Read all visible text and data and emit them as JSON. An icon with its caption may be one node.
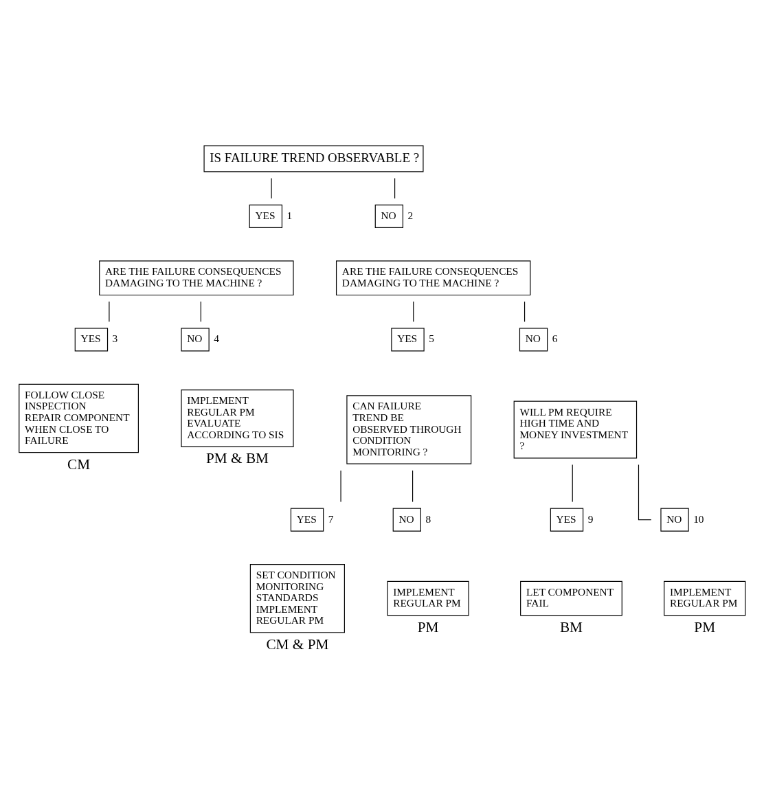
{
  "diagram": {
    "nodes": [
      {
        "text": [
          "IS FAILURE TREND OBSERVABLE ?"
        ]
      },
      {
        "text": [
          "YES"
        ],
        "beside": [
          "1"
        ]
      },
      {
        "text": [
          "NO"
        ],
        "beside": [
          "2"
        ]
      },
      {
        "text": [
          "ARE THE FAILURE CONSEQUENCES DAMAGING TO THE MACHINE ?"
        ]
      },
      {
        "text": [
          "ARE THE FAILURE CONSEQUENCES DAMAGING TO THE MACHINE ?"
        ]
      },
      {
        "text": [
          "YES"
        ],
        "beside": [
          "3"
        ]
      },
      {
        "text": [
          "NO"
        ],
        "beside": [
          "4"
        ]
      },
      {
        "text": [
          "FOLLOW CLOSE INSPECTION REPAIR COMPONENT WHEN CLOSE TO FAILURE"
        ],
        "beside": [
          "CM"
        ]
      },
      {
        "text": [
          "IMPLEMENT REGULAR PM EVALUATE ACCORDING TO SIS"
        ],
        "beside": [
          "PM & BM"
        ]
      },
      {
        "text": [
          "YES"
        ],
        "beside": [
          "5"
        ]
      },
      {
        "text": [
          "NO"
        ],
        "beside": [
          "6"
        ]
      },
      {
        "text": [
          "CAN FAILURE TREND BE OBSERVED THROUGH CONDITION MONITORING ?"
        ]
      },
      {
        "text": [
          "WILL PM REQUIRE HIGH TIME AND MONEY INVESTMENT ?"
        ]
      },
      {
        "text": [
          "YES"
        ],
        "beside": [
          "7"
        ]
      },
      {
        "text": [
          "NO"
        ],
        "beside": [
          "8"
        ]
      },
      {
        "text": [
          "SET CONDITION MONITORING STANDARDS IMPLEMENT REGULAR PM"
        ],
        "beside": [
          "CM & PM"
        ]
      },
      {
        "text": [
          "IMPLEMENT REGULAR PM"
        ],
        "beside": [
          "PM"
        ]
      },
      {
        "text": [
          "YES"
        ],
        "beside": [
          "9"
        ]
      },
      {
        "text": [
          "NO"
        ],
        "beside": [
          "10"
        ]
      },
      {
        "text": [
          "LET COMPONENT FAIL"
        ],
        "beside": [
          "BM"
        ]
      },
      {
        "text": [
          "IMPLEMENT REGULAR PM"
        ],
        "beside": [
          "PM"
        ]
      }
    ],
    "edges": [
      {
        "from": 0,
        "to": 1,
        "arrow": "none"
      },
      {
        "from": 0,
        "to": 2,
        "arrow": "none"
      },
      {
        "from": 3,
        "to": 5,
        "arrow": "none"
      },
      {
        "from": 3,
        "to": 6,
        "arrow": "none"
      },
      {
        "from": 4,
        "to": 9,
        "arrow": "none"
      },
      {
        "from": 4,
        "to": 10,
        "arrow": "none"
      },
      {
        "from": 11,
        "to": 13,
        "arrow": "none"
      },
      {
        "from": 11,
        "to": 14,
        "arrow": "none"
      },
      {
        "from": 12,
        "to": 17,
        "arrow": "none"
      },
      {
        "from": 12,
        "to": 18,
        "arrow": "none"
      }
    ]
  }
}
